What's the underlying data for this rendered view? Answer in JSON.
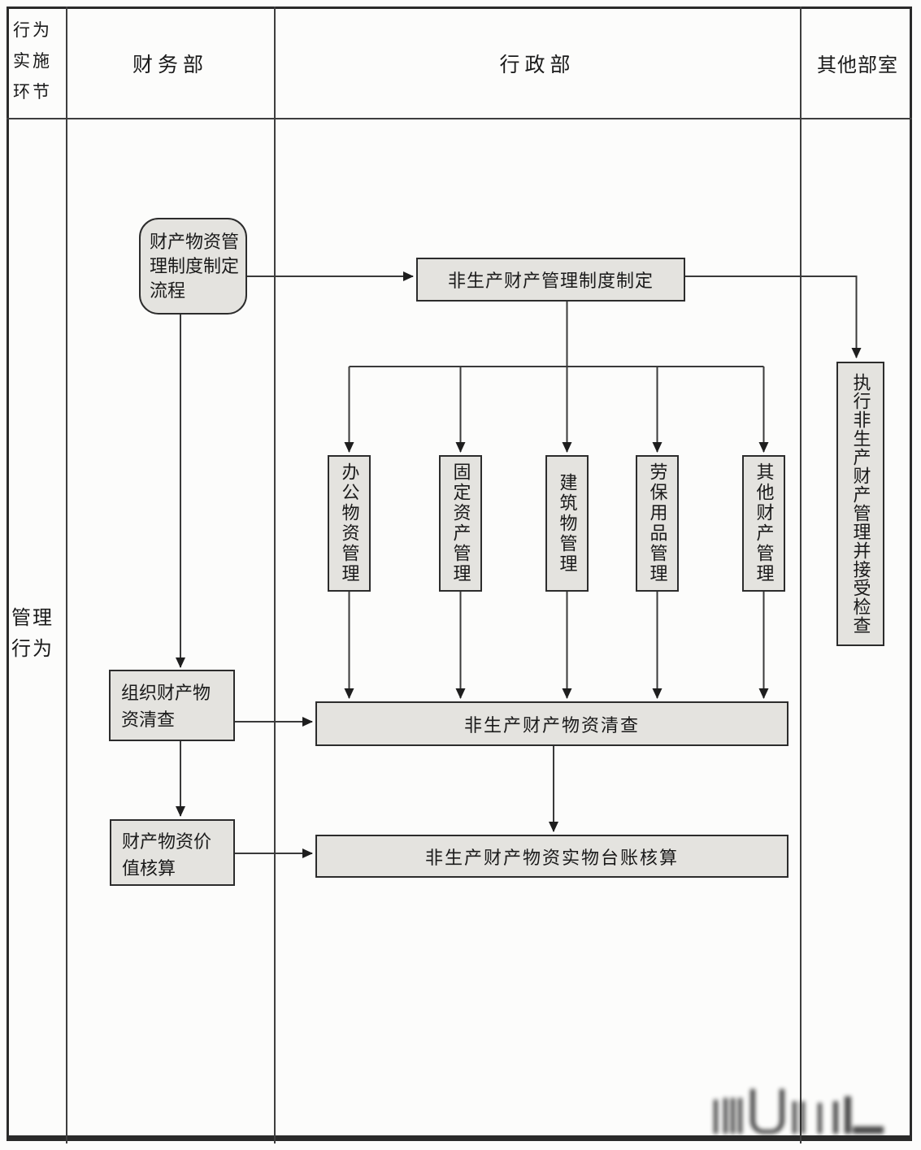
{
  "colors": {
    "node_fill": "#e4e3df",
    "node_border": "#2c2c2c",
    "connector": "#3a3a3a",
    "table_border": "#2a2a2a"
  },
  "header": {
    "stage_column_label": "行为实施环节",
    "lanes": [
      {
        "label": "财务部"
      },
      {
        "label": "行政部"
      },
      {
        "label": "其他部室"
      }
    ]
  },
  "row_label": "管理行为",
  "nodes": {
    "start": "财产物资管理制度制定流程",
    "policy": "非生产财产管理制度制定",
    "categories": [
      "办公物资管理",
      "固定资产管理",
      "建筑物管理",
      "劳保用品管理",
      "其他财产管理"
    ],
    "execute": "执行非生产财产管理并接受检查",
    "organize": "组织财产物资清查",
    "inventory": "非生产财产物资清查",
    "valuation": "财产物资价值核算",
    "ledger": "非生产财产物资实物台账核算"
  }
}
